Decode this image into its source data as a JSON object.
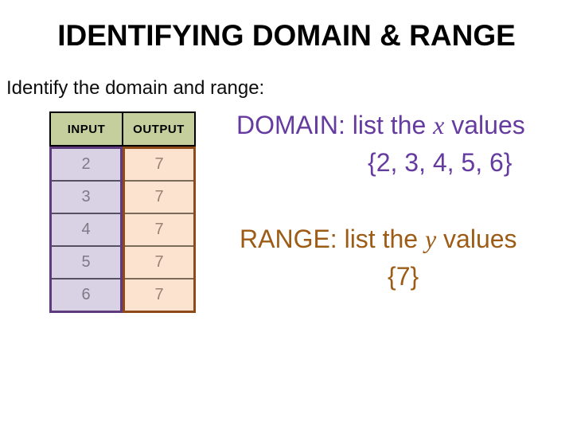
{
  "slide": {
    "title": "IDENTIFYING DOMAIN & RANGE",
    "subtitle": "Identify the domain and range:"
  },
  "table": {
    "headers": [
      "INPUT",
      "OUTPUT"
    ],
    "input_values": [
      "2",
      "3",
      "4",
      "5",
      "6"
    ],
    "output_values": [
      "7",
      "7",
      "7",
      "7",
      "7"
    ]
  },
  "domain": {
    "label_prefix": "DOMAIN: list the ",
    "variable": "x",
    "label_suffix": " values",
    "set": "{2, 3, 4, 5, 6}"
  },
  "range": {
    "label_prefix": "RANGE: list the ",
    "variable": "y",
    "label_suffix": " values",
    "set": "{7}"
  },
  "colors": {
    "domain_text": "#653ba0",
    "range_text": "#9d5c16",
    "header_fill": "#c5cf9e",
    "input_fill": "#d9d2e4",
    "input_border": "#5f3a7d",
    "output_fill": "#fbe3d0",
    "output_border": "#8e4a18",
    "title_text": "#000000"
  }
}
